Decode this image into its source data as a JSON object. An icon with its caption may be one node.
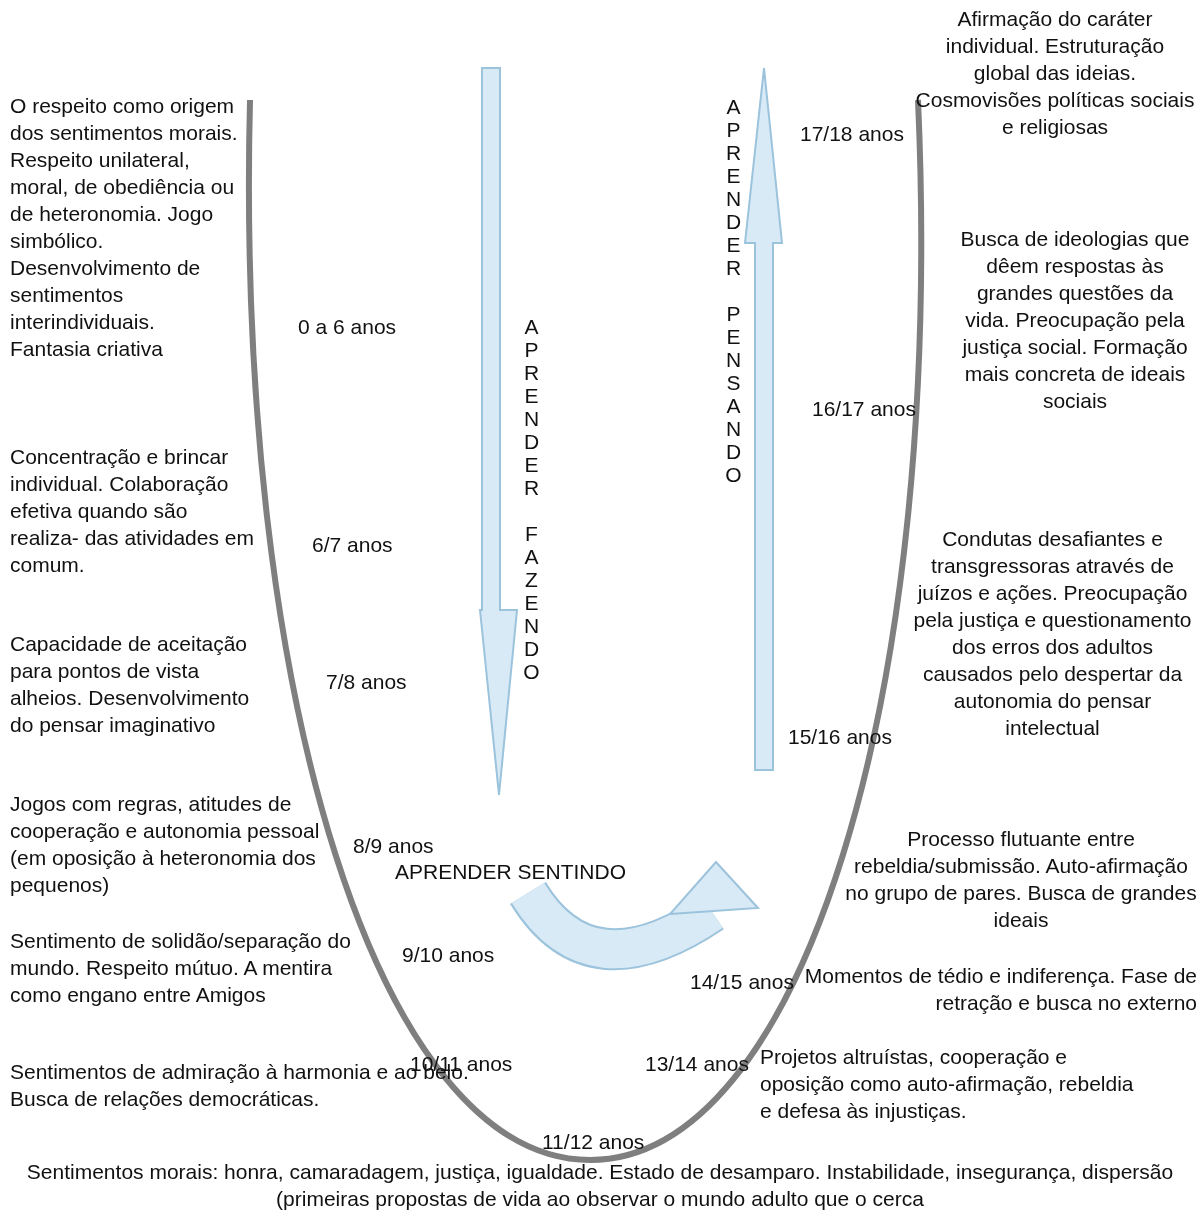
{
  "diagram": {
    "labels": [
      "Afirmação do caráter individual. Estruturação global das ideias. Cosmovisões políticas sociais e religiosas",
      "O respeito como origem dos sentimentos morais. Respeito unilateral, moral, de obediência ou de heteronomia. Jogo simbólico. Desenvolvimento de sentimentos interindividuais. Fantasia criativa",
      "APRENDER PENSANDO",
      "17/18 anos",
      "Busca de ideologias que dêem respostas às grandes questões da vida. Preocupação pela justiça social. Formação mais concreta de ideais sociais",
      "0 a 6 anos",
      "APRENDER FAZENDO",
      "16/17 anos",
      "Concentração e brincar individual. Colaboração efetiva quando são realiza- das atividades em comum.",
      "Condutas desafiantes e transgressoras através de juízos e ações. Preocupação pela justiça e questionamento dos erros dos adultos causados pelo despertar da autonomia do pensar intelectual",
      "6/7 anos",
      "Capacidade de aceitação para pontos de vista alheios. Desenvolvimento do pensar imaginativo",
      "7/8 anos",
      "15/16 anos",
      "Jogos com regras, atitudes de cooperação e autonomia pessoal (em oposição à heteronomia dos pequenos)",
      "Processo flutuante entre rebeldia/submissão. Auto-afirmação no grupo de pares. Busca de grandes ideais",
      "8/9 anos",
      "APRENDER SENTINDO",
      "Sentimento de solidão/separação do mundo. Respeito mútuo. A mentira como engano entre Amigos",
      "9/10 anos",
      "Momentos de tédio e indiferença. Fase de retração e busca no externo",
      "14/15 anos",
      "10/11 anos",
      "13/14 anos",
      "Projetos altruístas, cooperação e oposição como auto-afirmação, rebeldia e defesa às injustiças.",
      "Sentimentos de admiração à harmonia e ao belo. Busca de relações democráticas.",
      "11/12 anos",
      "Sentimentos morais: honra, camaradagem, justiça, igualdade. Estado de desamparo. Instabilidade, insegurança, dispersão (primeiras propostas de vida ao observar o mundo adulto que o cerca"
    ]
  }
}
